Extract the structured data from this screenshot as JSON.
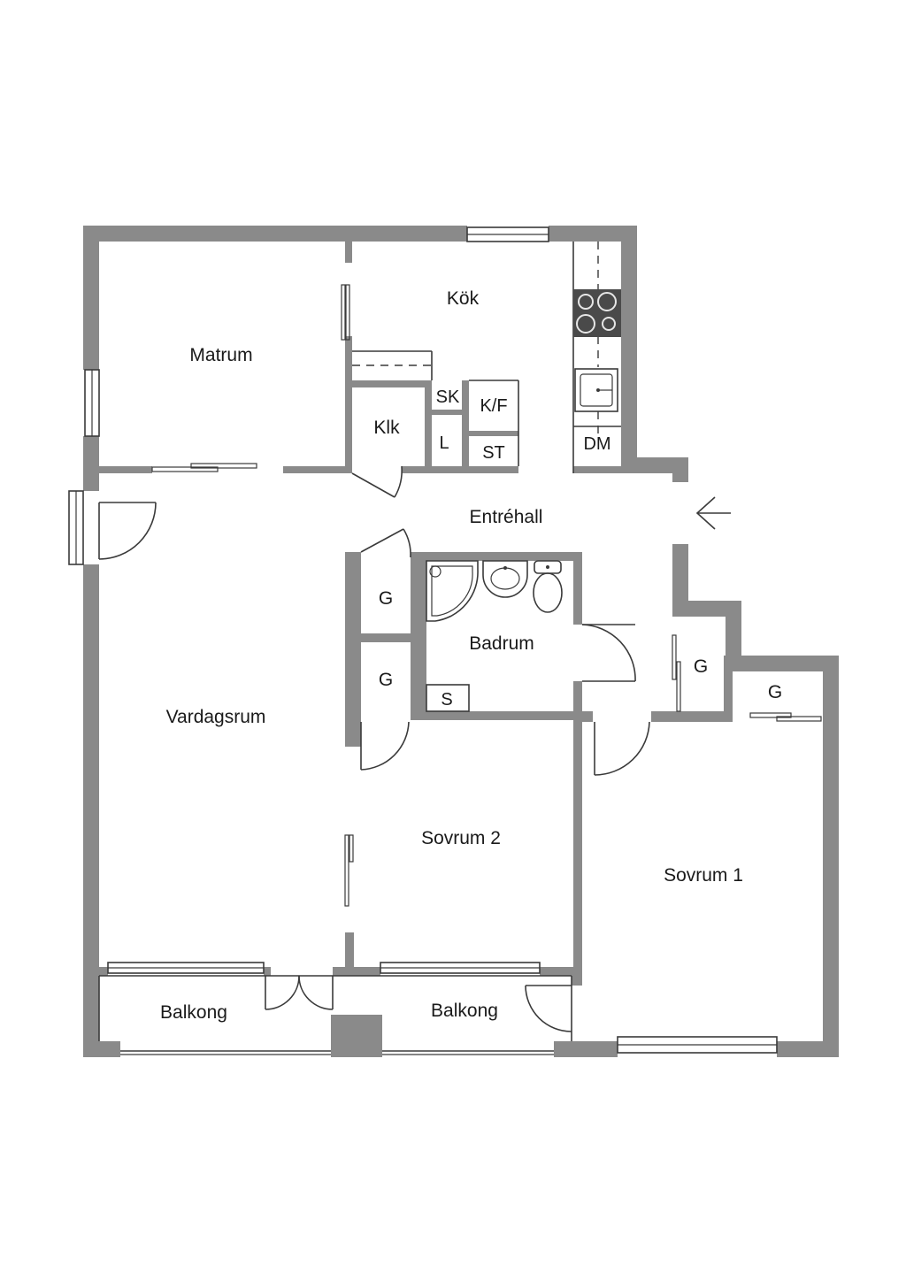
{
  "rooms": {
    "kok": "Kök",
    "matrum": "Matrum",
    "klk": "Klk",
    "sk": "SK",
    "kf": "K/F",
    "l": "L",
    "st": "ST",
    "dm": "DM",
    "entrehall": "Entréhall",
    "badrum": "Badrum",
    "s": "S",
    "g1": "G",
    "g2": "G",
    "g3": "G",
    "g4": "G",
    "vardagsrum": "Vardagsrum",
    "sovrum2": "Sovrum 2",
    "sovrum1": "Sovrum 1",
    "balkong_left": "Balkong",
    "balkong_right": "Balkong"
  },
  "icons": [
    "entrance-arrow-icon",
    "stove-icon",
    "sink-icon",
    "washbasin-icon",
    "toilet-icon",
    "shower-icon"
  ],
  "colors": {
    "wall": "#8a8a8a",
    "line": "#3a3a3a",
    "stove": "#4a4a4a"
  }
}
